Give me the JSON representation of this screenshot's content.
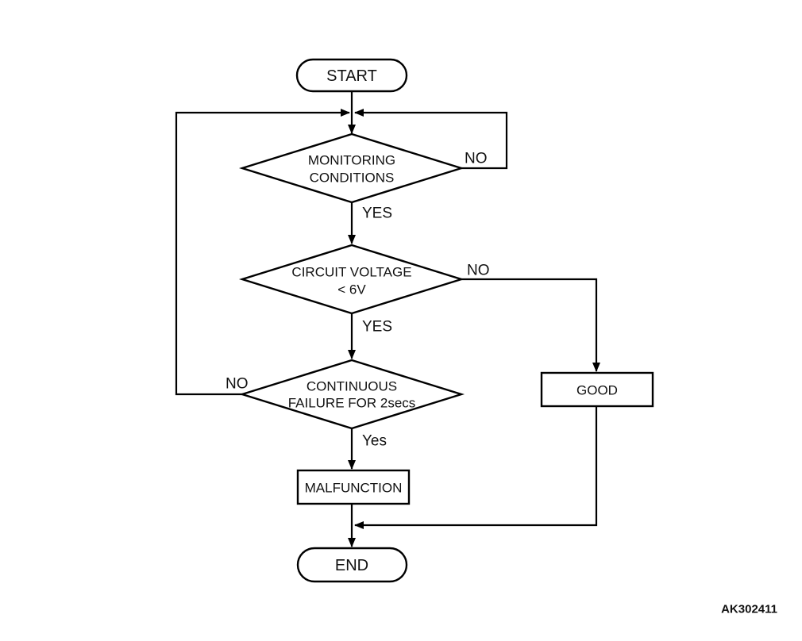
{
  "page": {
    "background": "#ffffff",
    "line_color": "#000000",
    "text_color": "#111111",
    "footer_code": "AK302411"
  },
  "nodes": {
    "start": {
      "label": "START"
    },
    "monitoring": {
      "line1": "MONITORING",
      "line2": "CONDITIONS"
    },
    "voltage": {
      "line1": "CIRCUIT VOLTAGE",
      "line2": "< 6V"
    },
    "continuous": {
      "line1": "CONTINUOUS",
      "line2": "FAILURE FOR 2secs"
    },
    "malfunction": {
      "label": "MALFUNCTION"
    },
    "good": {
      "label": "GOOD"
    },
    "end": {
      "label": "END"
    }
  },
  "edge_labels": {
    "monitoring_yes": "YES",
    "monitoring_no": "NO",
    "voltage_yes": "YES",
    "voltage_no": "NO",
    "continuous_yes": "Yes",
    "continuous_no": "NO"
  }
}
